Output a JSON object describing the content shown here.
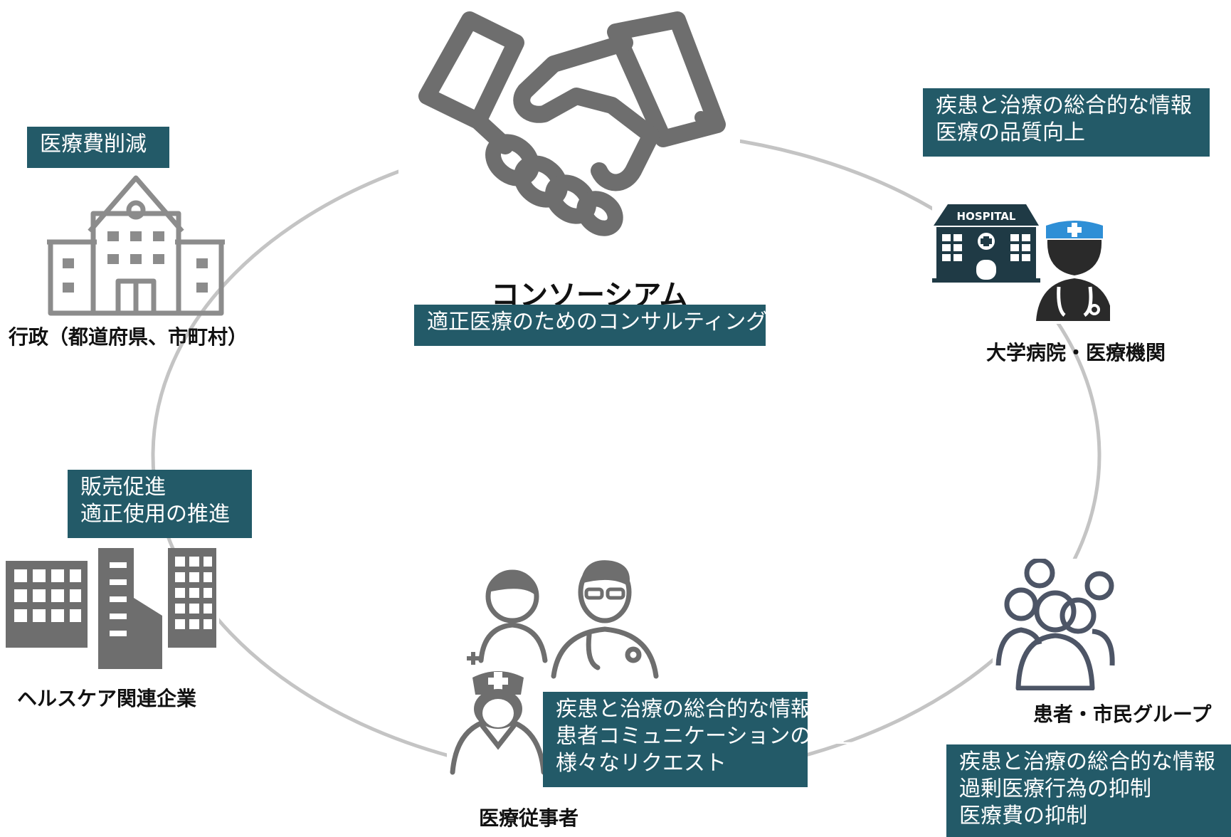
{
  "colors": {
    "box_fill": "#235a68",
    "ring": "#c4c4c4",
    "icon_gray": "#6e6e6e",
    "icon_dark": "#1f3a45",
    "icon_slate": "#4d5566",
    "accent_blue": "#2f8fd6"
  },
  "center": {
    "title": "コンソーシアム",
    "box_lines": [
      "適正医療のためのコンサルティング"
    ],
    "icon": "handshake-icon"
  },
  "nodes": {
    "government": {
      "label": "行政（都道府県、市町村）",
      "box_lines": [
        "医療費削減"
      ],
      "icon": "government-building-icon"
    },
    "hospital": {
      "label": "大学病院・医療機関",
      "box_lines": [
        "疾患と治療の総合的な情報",
        "医療の品質向上"
      ],
      "icon": "hospital-doctor-icon",
      "sign_text": "HOSPITAL"
    },
    "industry": {
      "label": "ヘルスケア関連企業",
      "box_lines": [
        "販売促進",
        "適正使用の推進"
      ],
      "icon": "office-buildings-icon"
    },
    "staff": {
      "label": "医療従事者",
      "box_lines": [
        "疾患と治療の総合的な情報",
        "患者コミュニケーションの向上",
        "様々なリクエスト"
      ],
      "icon": "medical-staff-icon"
    },
    "patients": {
      "label": "患者・市民グループ",
      "box_lines": [
        "疾患と治療の総合的な情報",
        "過剰医療行為の抑制",
        "医療費の抑制"
      ],
      "icon": "people-group-icon"
    }
  }
}
